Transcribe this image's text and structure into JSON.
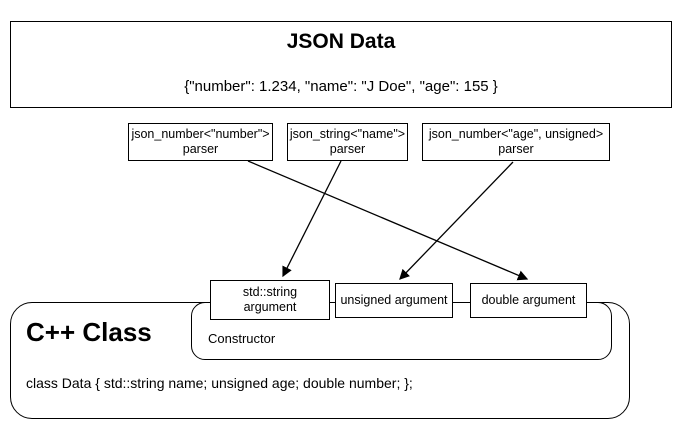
{
  "json_box": {
    "title": "JSON Data",
    "content": "{\"number\": 1.234, \"name\": \"J Doe\", \"age\": 155 }"
  },
  "parsers": [
    {
      "line1": "json_number<\"number\">",
      "line2": "parser"
    },
    {
      "line1": "json_string<\"name\">",
      "line2": "parser"
    },
    {
      "line1": "json_number<\"age\", unsigned>",
      "line2": "parser"
    }
  ],
  "arguments": [
    {
      "label": "std::string argument"
    },
    {
      "label": "unsigned argument"
    },
    {
      "label": "double argument"
    }
  ],
  "constructor_box": {
    "label": "Constructor"
  },
  "cpp_class": {
    "title": "C++ Class",
    "code": "class Data { std::string name; unsigned age; double number; };"
  },
  "connections": [
    {
      "from": "json_number<\"number\"> parser",
      "to": "double argument"
    },
    {
      "from": "json_string<\"name\"> parser",
      "to": "std::string argument"
    },
    {
      "from": "json_number<\"age\", unsigned> parser",
      "to": "unsigned argument"
    }
  ],
  "colors": {
    "line": "#000000",
    "background": "#ffffff"
  }
}
